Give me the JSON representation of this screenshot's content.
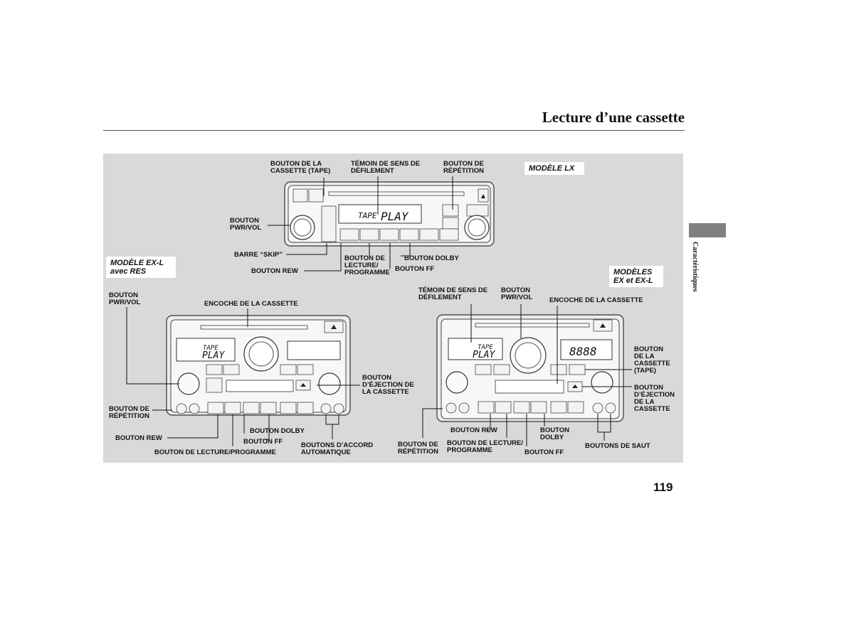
{
  "page": {
    "title": "Lecture d’une cassette",
    "section": "Caractéristiques",
    "number": "119"
  },
  "models": {
    "lx": "MODÈLE LX",
    "exl_res": "MODÈLE EX-L\navec RES",
    "ex_exl": "MODÈLES\nEX et EX-L"
  },
  "labels_lx": {
    "tape_button": "BOUTON DE LA\nCASSETTE (TAPE)",
    "direction_indicator": "TÉMOIN DE SENS DE\nDÉFILEMENT",
    "repeat_button": "BOUTON DE\nRÉPÉTITION",
    "pwr_vol": "BOUTON\nPWR/VOL",
    "skip_bar": "BARRE “SKIP”",
    "rew": "BOUTON REW",
    "play_prog": "BOUTON DE\nLECTURE/\nPROGRAMME",
    "dolby": "BOUTON DOLBY",
    "ff": "BOUTON FF"
  },
  "labels_exl": {
    "pwr_vol": "BOUTON\nPWR/VOL",
    "slot": "ENCOCHE DE LA CASSETTE",
    "eject": "BOUTON\nD’ÉJECTION DE\nLA CASSETTE",
    "repeat": "BOUTON DE\nRÉPÉTITION",
    "rew": "BOUTON REW",
    "play_prog": "BOUTON DE LECTURE/PROGRAMME",
    "dolby": "BOUTON DOLBY",
    "ff": "BOUTON FF",
    "auto_tune": "BOUTONS D’ACCORD\nAUTOMATIQUE"
  },
  "labels_ex": {
    "direction_indicator": "TÉMOIN DE SENS DE\nDÉFILEMENT",
    "pwr_vol": "BOUTON\nPWR/VOL",
    "slot": "ENCOCHE DE LA CASSETTE",
    "tape": "BOUTON\nDE LA\nCASSETTE\n(TAPE)",
    "eject": "BOUTON\nD’ÉJECTION\nDE LA\nCASSETTE",
    "repeat": "BOUTON DE\nRÉPÉTITION",
    "rew": "BOUTON REW",
    "play_prog": "BOUTON DE LECTURE/\nPROGRAMME",
    "dolby": "BOUTON\nDOLBY",
    "ff": "BOUTON FF",
    "skip": "BOUTONS DE SAUT"
  },
  "display": {
    "tape": "TAPE",
    "play": "PLAY",
    "clock": "8888"
  }
}
